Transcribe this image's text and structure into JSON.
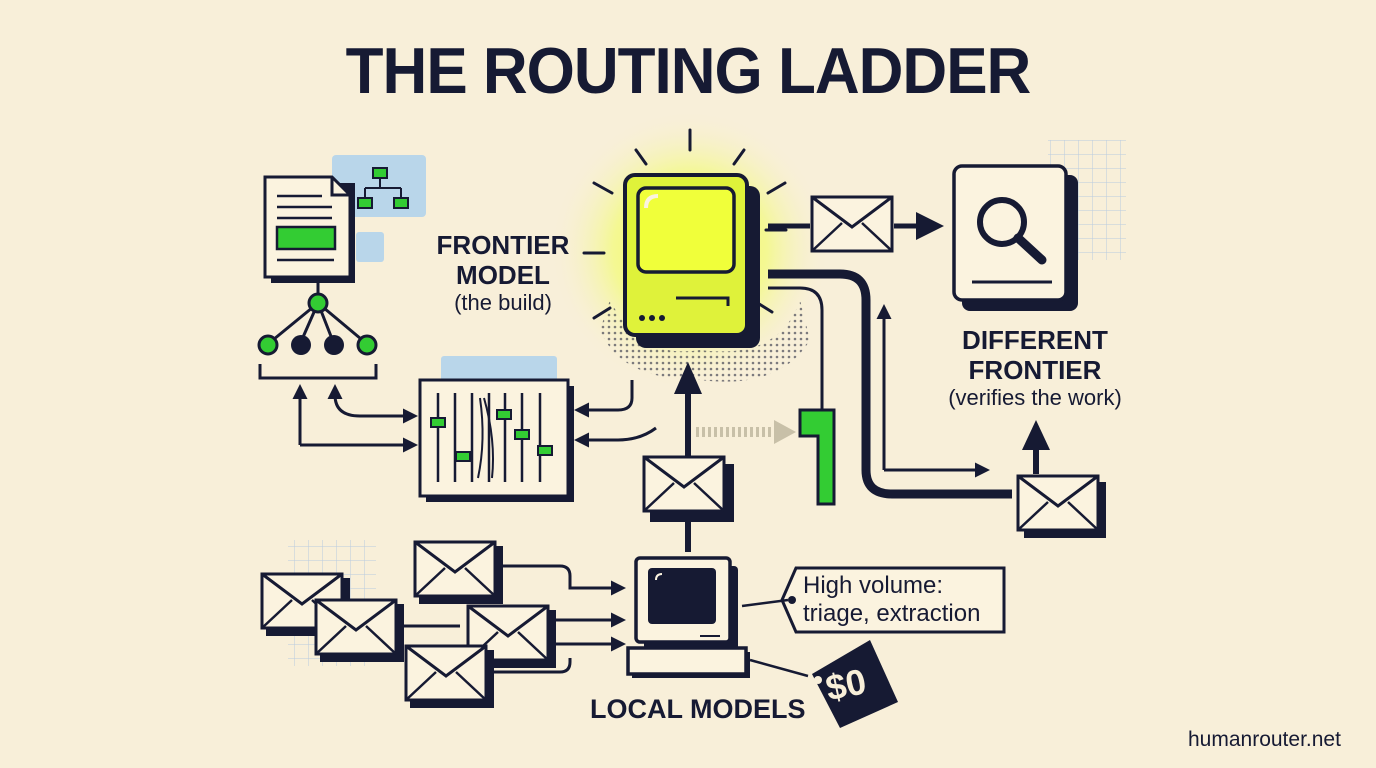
{
  "title": "THE ROUTING LADDER",
  "frontier": {
    "line1": "FRONTIER",
    "line2": "MODEL",
    "sub": "(the build)"
  },
  "different": {
    "line1": "DIFFERENT",
    "line2": "FRONTIER",
    "sub": "(verifies the work)"
  },
  "local": {
    "label": "LOCAL MODELS"
  },
  "volume_note": {
    "line1": "High volume:",
    "line2": "triage, extraction"
  },
  "price": "$0",
  "site": "humanrouter.net",
  "colors": {
    "ink": "#161a33",
    "background": "#f8efd9",
    "accent_yellow": "#dff23a",
    "accent_green": "#33cc33",
    "light_blue": "#b9d6ea"
  },
  "icons": [
    "document-icon",
    "hierarchy-icon",
    "tree-icon",
    "sliders-icon",
    "computer-icon",
    "envelope-icon",
    "magnifier-icon",
    "price-tag-icon",
    "desktop-computer-icon"
  ]
}
